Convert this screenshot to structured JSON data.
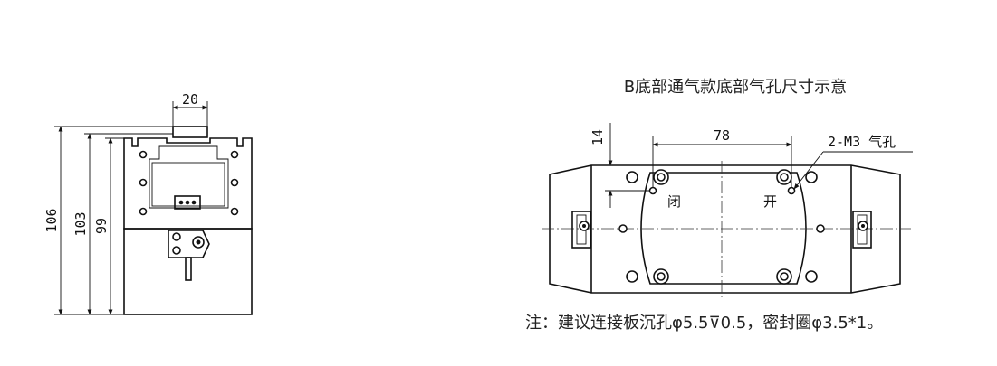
{
  "left_view": {
    "dims": {
      "width_top": "20",
      "h1": "106",
      "h2": "103",
      "h3": "99"
    }
  },
  "right_view": {
    "caption": "B底部通气款底部气孔尺寸示意",
    "dims": {
      "spacing": "78",
      "offset": "14"
    },
    "callout": "2-M3 气孔",
    "label_close": "闭",
    "label_open": "开",
    "note": "注：建议连接板沉孔φ5.5⊽0.5，密封圈φ3.5*1。"
  }
}
